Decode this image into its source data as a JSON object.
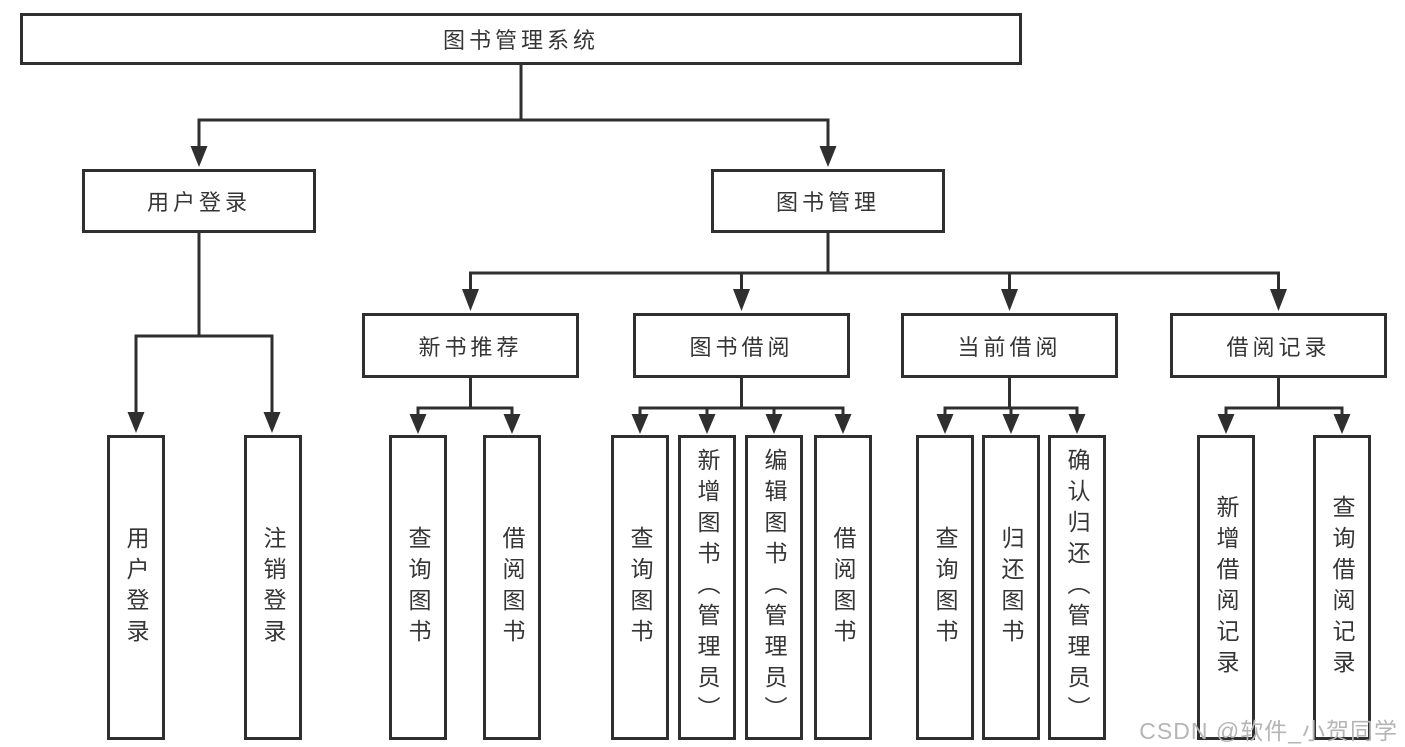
{
  "diagram": {
    "root": {
      "label": "图书管理系统"
    },
    "branches": [
      {
        "label": "用户登录",
        "children": [
          {
            "label": "用户登录"
          },
          {
            "label": "注销登录"
          }
        ]
      },
      {
        "label": "图书管理",
        "children": [
          {
            "label": "新书推荐",
            "children": [
              {
                "label": "查询图书"
              },
              {
                "label": "借阅图书"
              }
            ]
          },
          {
            "label": "图书借阅",
            "children": [
              {
                "label": "查询图书"
              },
              {
                "label": "新增图书（管理员）"
              },
              {
                "label": "编辑图书（管理员）"
              },
              {
                "label": "借阅图书"
              }
            ]
          },
          {
            "label": "当前借阅",
            "children": [
              {
                "label": "查询图书"
              },
              {
                "label": "归还图书"
              },
              {
                "label": "确认归还（管理员）"
              }
            ]
          },
          {
            "label": "借阅记录",
            "children": [
              {
                "label": "新增借阅记录"
              },
              {
                "label": "查询借阅记录"
              }
            ]
          }
        ]
      }
    ]
  },
  "watermark": {
    "text": "CSDN @软件_小贺同学"
  },
  "colors": {
    "line": "#2f2f2f",
    "text": "#353535",
    "watermark": "#b5b5b5",
    "background": "#ffffff"
  }
}
